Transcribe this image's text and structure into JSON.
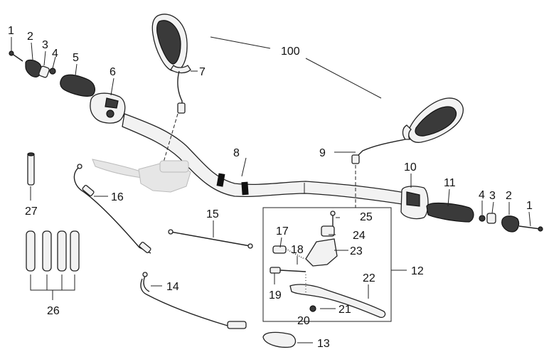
{
  "diagram": {
    "labels": {
      "p1a": "1",
      "p2a": "2",
      "p3a": "3",
      "p4a": "4",
      "p5": "5",
      "p6": "6",
      "p7": "7",
      "p8": "8",
      "p9": "9",
      "p10": "10",
      "p11": "11",
      "p4b": "4",
      "p3b": "3",
      "p2b": "2",
      "p1b": "1",
      "p12": "12",
      "p13": "13",
      "p14": "14",
      "p15": "15",
      "p16": "16",
      "p17": "17",
      "p18": "18",
      "p19": "19",
      "p20": "20",
      "p21": "21",
      "p22": "22",
      "p23": "23",
      "p24": "24",
      "p25": "25",
      "p26": "26",
      "p27": "27",
      "p100": "100"
    }
  }
}
